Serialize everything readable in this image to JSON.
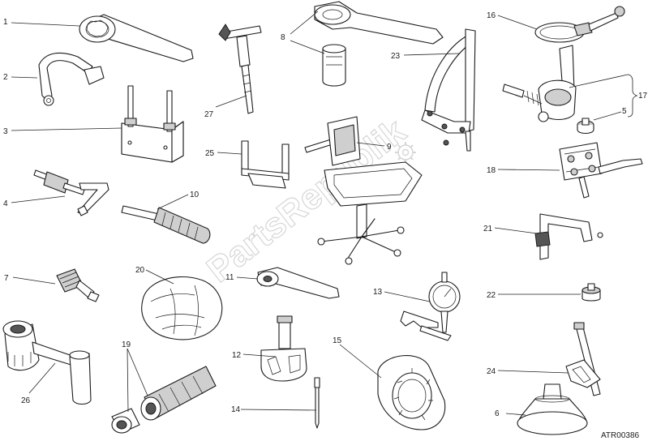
{
  "labels": {
    "l1": "1",
    "l2": "2",
    "l3": "3",
    "l4": "4",
    "l5": "5",
    "l6": "6",
    "l7": "7",
    "l8": "8",
    "l9": "9",
    "l10": "10",
    "l11": "11",
    "l12": "12",
    "l13": "13",
    "l14": "14",
    "l15": "15",
    "l16": "16",
    "l17": "17",
    "l18": "18",
    "l19": "19",
    "l20": "20",
    "l21": "21",
    "l22": "22",
    "l23": "23",
    "l24": "24",
    "l25": "25",
    "l26": "26",
    "l27": "27"
  },
  "watermark": "PartsRepublik",
  "drawing_code": "ATR00386"
}
